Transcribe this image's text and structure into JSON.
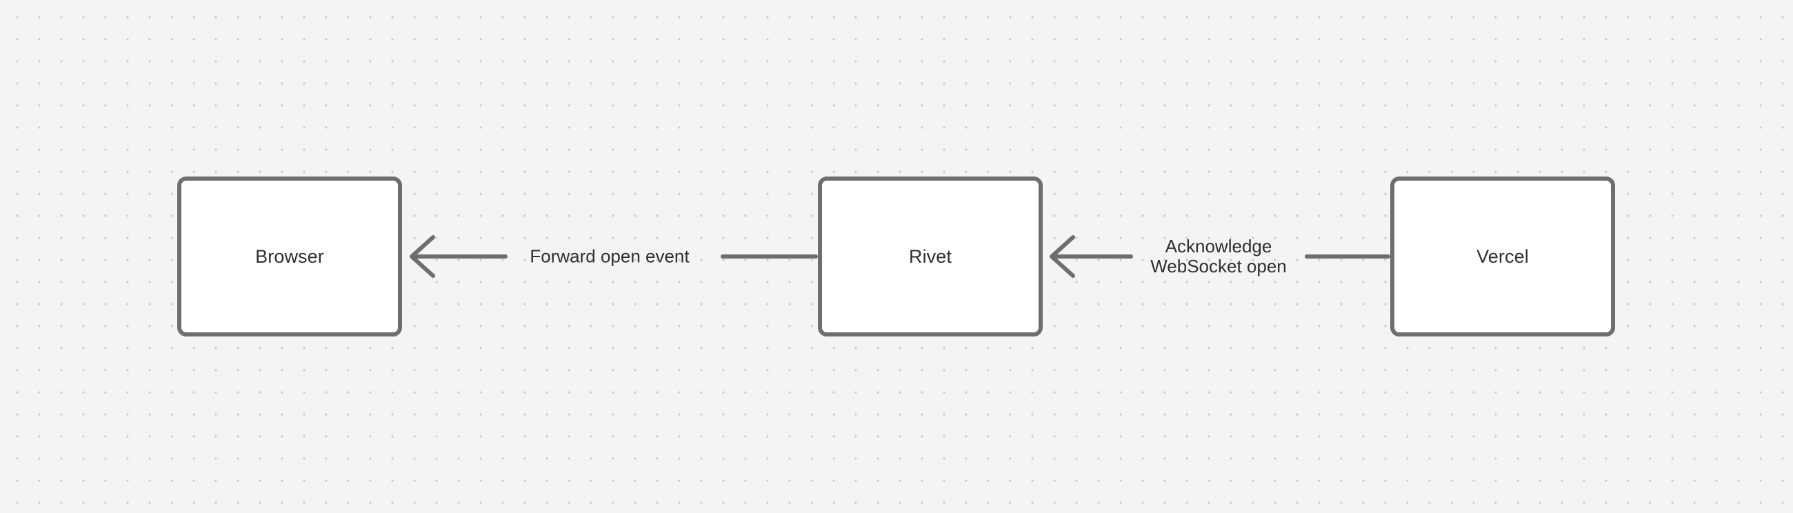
{
  "diagram": {
    "type": "flow-diagram",
    "direction": "right-to-left",
    "background_color": "#f4f4f4",
    "grid_dot_color": "#c9c9c9",
    "node_border_color": "#6e6e6e",
    "node_fill_color": "#ffffff",
    "edge_color": "#6e6e6e",
    "text_color": "#2f2f2f",
    "nodes": [
      {
        "id": "browser",
        "label": "Browser"
      },
      {
        "id": "rivet",
        "label": "Rivet"
      },
      {
        "id": "vercel",
        "label": "Vercel"
      }
    ],
    "edges": [
      {
        "id": "edge-rivet-browser",
        "from": "rivet",
        "to": "browser",
        "arrow": "to-browser",
        "label_lines": [
          "Forward open event"
        ]
      },
      {
        "id": "edge-vercel-rivet",
        "from": "vercel",
        "to": "rivet",
        "arrow": "to-rivet",
        "label_lines": [
          "Acknowledge",
          "WebSocket open"
        ]
      }
    ]
  }
}
